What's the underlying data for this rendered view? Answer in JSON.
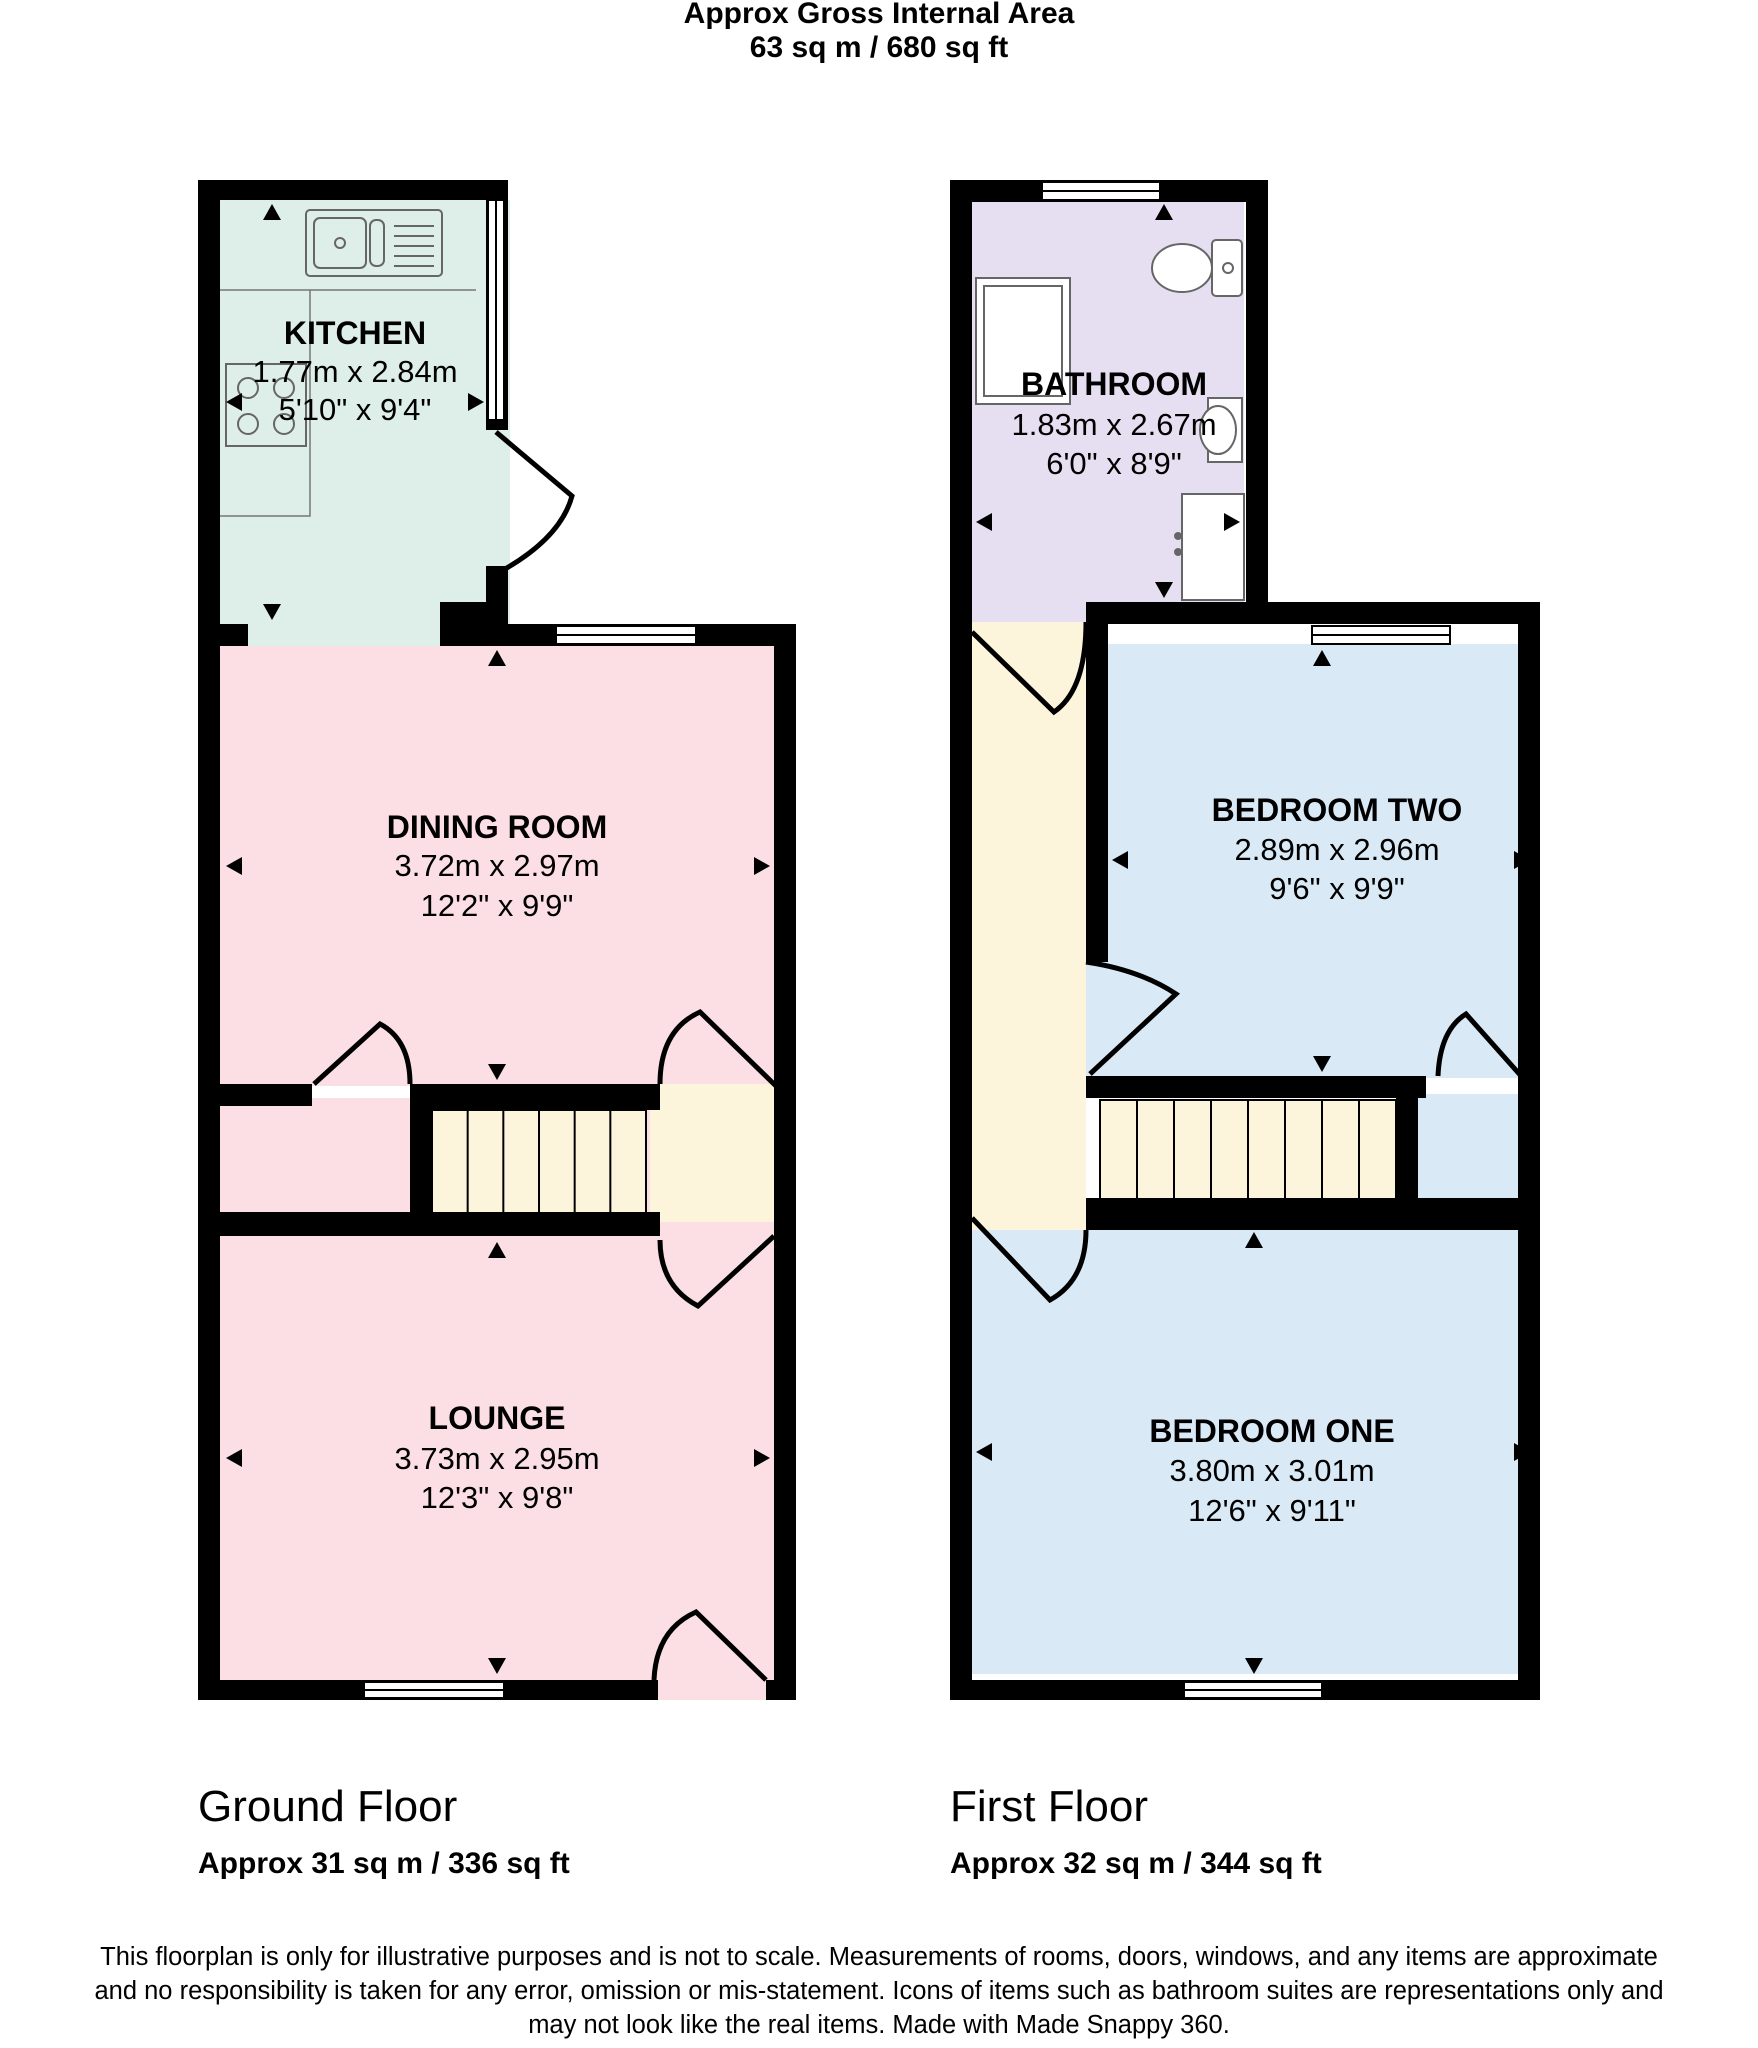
{
  "header": {
    "line1": "Approx Gross Internal Area",
    "line2": "63 sq m / 680 sq ft"
  },
  "colors": {
    "wall": "#000000",
    "kitchen": "#deeee8",
    "reception": "#fbdfe4",
    "hall": "#fcf4db",
    "bathroom": "#e6dff2",
    "bedroom": "#dae9f6"
  },
  "ground_floor": {
    "label": "Ground Floor",
    "area": "Approx 31 sq m / 336 sq ft",
    "rooms": [
      {
        "name": "KITCHEN",
        "metric": "1.77m x 2.84m",
        "imperial": "5'10\" x 9'4\""
      },
      {
        "name": "DINING ROOM",
        "metric": "3.72m x 2.97m",
        "imperial": "12'2\" x 9'9\""
      },
      {
        "name": "LOUNGE",
        "metric": "3.73m x 2.95m",
        "imperial": "12'3\" x 9'8\""
      }
    ]
  },
  "first_floor": {
    "label": "First Floor",
    "area": "Approx 32 sq m / 344 sq ft",
    "rooms": [
      {
        "name": "BATHROOM",
        "metric": "1.83m x 2.67m",
        "imperial": "6'0\" x 8'9\""
      },
      {
        "name": "BEDROOM TWO",
        "metric": "2.89m x 2.96m",
        "imperial": "9'6\" x 9'9\""
      },
      {
        "name": "BEDROOM ONE",
        "metric": "3.80m x 3.01m",
        "imperial": "12'6\" x 9'11\""
      }
    ]
  },
  "disclaimer": [
    "This floorplan is only for illustrative purposes and is not to scale. Measurements of rooms, doors, windows, and any items are approximate",
    "and no responsibility is taken for any error, omission or mis-statement. Icons of items such as bathroom suites are representations only and",
    "may not look like the real items. Made with Made Snappy 360."
  ]
}
